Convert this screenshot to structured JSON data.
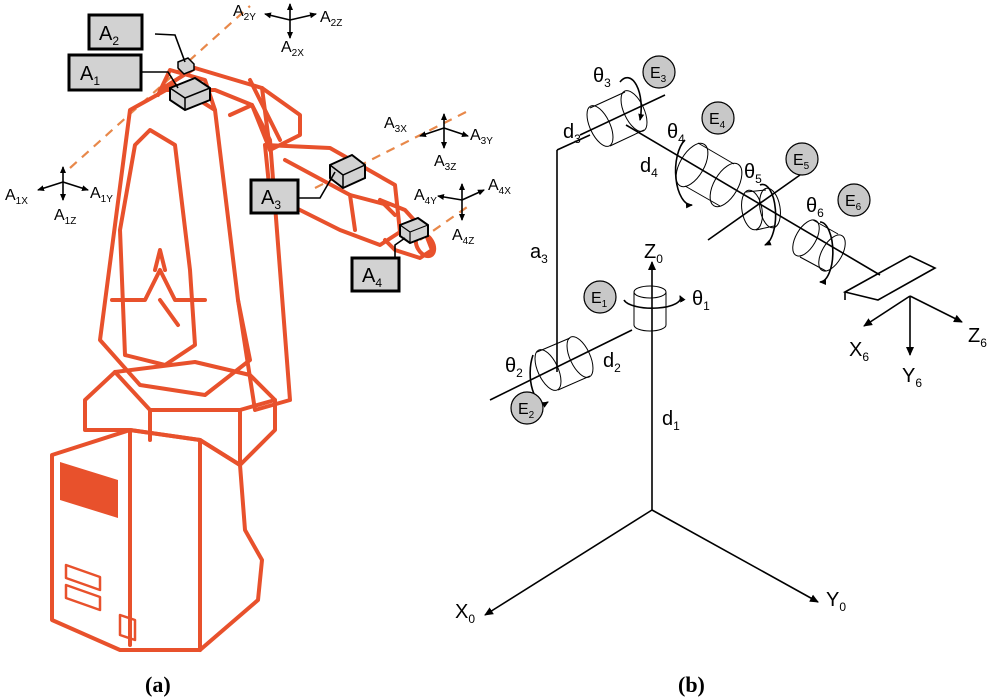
{
  "captions": {
    "a": "(a)",
    "b": "(b)"
  },
  "accelerometers": [
    {
      "id": "a1",
      "base": "A",
      "sub": "1"
    },
    {
      "id": "a2",
      "base": "A",
      "sub": "2"
    },
    {
      "id": "a3",
      "base": "A",
      "sub": "3"
    },
    {
      "id": "a4",
      "base": "A",
      "sub": "4"
    }
  ],
  "axis_labels": {
    "a1": {
      "x": {
        "base": "A",
        "sub": "1X"
      },
      "y": {
        "base": "A",
        "sub": "1Y"
      },
      "z": {
        "base": "A",
        "sub": "1Z"
      }
    },
    "a2": {
      "x": {
        "base": "A",
        "sub": "2X"
      },
      "y": {
        "base": "A",
        "sub": "2Y"
      },
      "z": {
        "base": "A",
        "sub": "2Z"
      }
    },
    "a3": {
      "x": {
        "base": "A",
        "sub": "3X"
      },
      "y": {
        "base": "A",
        "sub": "3Y"
      },
      "z": {
        "base": "A",
        "sub": "3Z"
      }
    },
    "a4": {
      "x": {
        "base": "A",
        "sub": "4X"
      },
      "y": {
        "base": "A",
        "sub": "4Y"
      },
      "z": {
        "base": "A",
        "sub": "4Z"
      }
    }
  },
  "encoders": [
    {
      "base": "E",
      "sub": "1"
    },
    {
      "base": "E",
      "sub": "2"
    },
    {
      "base": "E",
      "sub": "3"
    },
    {
      "base": "E",
      "sub": "4"
    },
    {
      "base": "E",
      "sub": "5"
    },
    {
      "base": "E",
      "sub": "6"
    }
  ],
  "joint_angles": [
    {
      "base": "θ",
      "sub": "1"
    },
    {
      "base": "θ",
      "sub": "2"
    },
    {
      "base": "θ",
      "sub": "3"
    },
    {
      "base": "θ",
      "sub": "4"
    },
    {
      "base": "θ",
      "sub": "5"
    },
    {
      "base": "θ",
      "sub": "6"
    }
  ],
  "link_params": {
    "d1": {
      "base": "d",
      "sub": "1"
    },
    "d2": {
      "base": "d",
      "sub": "2"
    },
    "d3": {
      "base": "d",
      "sub": "3"
    },
    "d4": {
      "base": "d",
      "sub": "4"
    },
    "a3": {
      "base": "a",
      "sub": "3"
    }
  },
  "frames": {
    "base": {
      "x": {
        "base": "X",
        "sub": "0"
      },
      "y": {
        "base": "Y",
        "sub": "0"
      },
      "z": {
        "base": "Z",
        "sub": "0"
      }
    },
    "tool": {
      "x": {
        "base": "X",
        "sub": "6"
      },
      "y": {
        "base": "Y",
        "sub": "6"
      },
      "z": {
        "base": "Z",
        "sub": "6"
      }
    }
  },
  "colors": {
    "robot": "#e8512c",
    "accent_dash": "#e8884a",
    "box_fill": "#d2d2d2",
    "encoder_fill": "#c8c8c8"
  }
}
